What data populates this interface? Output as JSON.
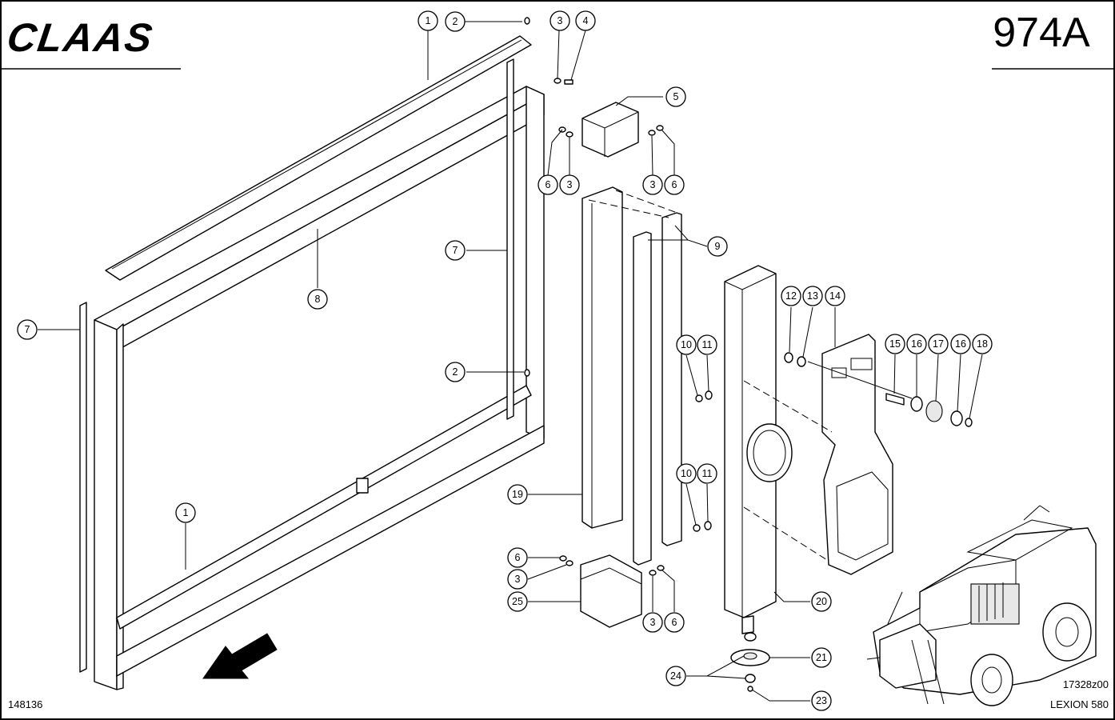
{
  "header": {
    "brand": "CLAAS",
    "page_number": "974A"
  },
  "footer": {
    "left_code": "148136",
    "drawing_ref": "17328z00",
    "model": "LEXION 580"
  },
  "callouts": [
    "1",
    "2",
    "3",
    "4",
    "5",
    "6",
    "3",
    "3",
    "6",
    "9",
    "7",
    "8",
    "7",
    "12",
    "13",
    "14",
    "10",
    "11",
    "15",
    "16",
    "17",
    "16",
    "18",
    "2",
    "10",
    "11",
    "19",
    "1",
    "6",
    "3",
    "25",
    "3",
    "6",
    "20",
    "21",
    "24",
    "23"
  ],
  "icons": {
    "direction_arrow": "direction-arrow-icon",
    "machine_thumbnail": "combine-harvester-thumbnail"
  }
}
